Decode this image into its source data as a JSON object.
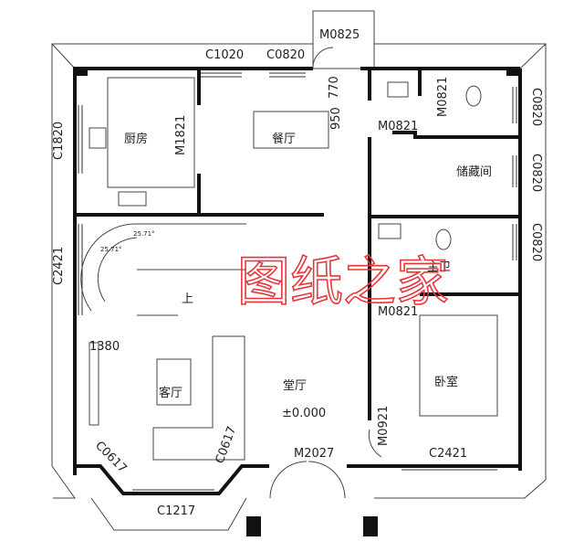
{
  "rooms": {
    "kitchen": "厨房",
    "dining": "餐厅",
    "storage": "储藏间",
    "master_bath": "主卫",
    "living": "客厅",
    "hall": "堂厅",
    "bedroom": "卧室"
  },
  "level": "±0.000",
  "stair_up": "上",
  "stair_angle": "25.71°",
  "dimensions": {
    "d770": "770",
    "d950": "950",
    "d1380": "1380"
  },
  "doors": {
    "back_entry": "M0825",
    "kitchen": "M1821",
    "toilet": "M0821",
    "storage": "M0821",
    "bath": "M0821",
    "bedroom": "M0921",
    "main": "M2027"
  },
  "windows": {
    "top1": "C1020",
    "top2": "C0820",
    "kitchen": "C1820",
    "stair": "C2421",
    "right1": "C0820",
    "right2": "C0820",
    "right3": "C0820",
    "bedroom": "C2421",
    "bay_left": "C0617",
    "bay_right": "C0617",
    "bay_front": "C1217"
  },
  "watermark": "图纸之家",
  "colors": {
    "wall": "#111111",
    "line": "#333333",
    "watermark": "#e8353a"
  }
}
